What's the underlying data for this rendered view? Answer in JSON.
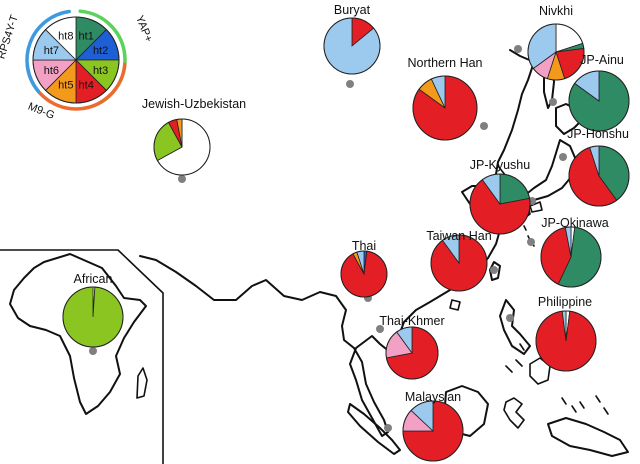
{
  "colors": {
    "ht1": "#2e8b63",
    "ht2": "#1f5fd6",
    "ht3": "#8bc521",
    "ht4": "#e31e24",
    "ht5": "#f39a1c",
    "ht6": "#f2a0c4",
    "ht7": "#9cc9ee",
    "ht8": "#ffffff",
    "ring_rps4y": "#3e9ae0",
    "ring_yap": "#5ad35a",
    "ring_m9g": "#ef6a2e",
    "marker": "#808080"
  },
  "key": {
    "haplotypes": [
      "ht1",
      "ht2",
      "ht3",
      "ht4",
      "ht5",
      "ht6",
      "ht7",
      "ht8"
    ],
    "ring_labels": {
      "rps4y": "RPS4Y-T",
      "yap": "YAP+",
      "m9g": "M9-G"
    }
  },
  "populations": [
    {
      "id": "buryat",
      "label": "Buryat",
      "shares": {
        "ht1": 0,
        "ht2": 0,
        "ht3": 0,
        "ht4": 0.14,
        "ht5": 0,
        "ht6": 0,
        "ht7": 0.86,
        "ht8": 0
      }
    },
    {
      "id": "nivkhi",
      "label": "Nivkhi",
      "shares": {
        "ht1": 0.03,
        "ht2": 0,
        "ht3": 0,
        "ht4": 0.22,
        "ht5": 0.1,
        "ht6": 0.1,
        "ht7": 0.35,
        "ht8": 0.2
      }
    },
    {
      "id": "northern-han",
      "label": "Northern Han",
      "shares": {
        "ht1": 0,
        "ht2": 0,
        "ht3": 0,
        "ht4": 0.85,
        "ht5": 0.08,
        "ht6": 0,
        "ht7": 0.07,
        "ht8": 0
      }
    },
    {
      "id": "jp-ainu",
      "label": "JP-Ainu",
      "shares": {
        "ht1": 0.85,
        "ht2": 0,
        "ht3": 0,
        "ht4": 0,
        "ht5": 0,
        "ht6": 0,
        "ht7": 0.15,
        "ht8": 0
      }
    },
    {
      "id": "jewish-uzbekistan",
      "label": "Jewish-Uzbekistan",
      "shares": {
        "ht1": 0,
        "ht2": 0,
        "ht3": 0.25,
        "ht4": 0.05,
        "ht5": 0.03,
        "ht6": 0,
        "ht7": 0,
        "ht8": 0.67
      }
    },
    {
      "id": "jp-honshu",
      "label": "JP-Honshu",
      "shares": {
        "ht1": 0.4,
        "ht2": 0,
        "ht3": 0,
        "ht4": 0.55,
        "ht5": 0,
        "ht6": 0,
        "ht7": 0.05,
        "ht8": 0
      }
    },
    {
      "id": "jp-kyushu",
      "label": "JP-Kyushu",
      "shares": {
        "ht1": 0.22,
        "ht2": 0,
        "ht3": 0,
        "ht4": 0.68,
        "ht5": 0,
        "ht6": 0,
        "ht7": 0.1,
        "ht8": 0
      }
    },
    {
      "id": "jp-okinawa",
      "label": "JP-Okinawa",
      "shares": {
        "ht1": 0.55,
        "ht2": 0,
        "ht3": 0,
        "ht4": 0.4,
        "ht5": 0,
        "ht6": 0,
        "ht7": 0.03,
        "ht8": 0.02
      }
    },
    {
      "id": "thai",
      "label": "Thai",
      "shares": {
        "ht1": 0,
        "ht2": 0.02,
        "ht3": 0,
        "ht4": 0.9,
        "ht5": 0.03,
        "ht6": 0,
        "ht7": 0.05,
        "ht8": 0
      }
    },
    {
      "id": "taiwan-han",
      "label": "Taiwan Han",
      "shares": {
        "ht1": 0,
        "ht2": 0,
        "ht3": 0,
        "ht4": 0.9,
        "ht5": 0,
        "ht6": 0,
        "ht7": 0.1,
        "ht8": 0
      }
    },
    {
      "id": "african",
      "label": "African",
      "shares": {
        "ht1": 0,
        "ht2": 0,
        "ht3": 0.99,
        "ht4": 0,
        "ht5": 0,
        "ht6": 0,
        "ht7": 0,
        "ht8": 0.01
      }
    },
    {
      "id": "thai-khmer",
      "label": "Thai-Khmer",
      "shares": {
        "ht1": 0,
        "ht2": 0,
        "ht3": 0,
        "ht4": 0.72,
        "ht5": 0,
        "ht6": 0.18,
        "ht7": 0.1,
        "ht8": 0
      }
    },
    {
      "id": "philippine",
      "label": "Philippine",
      "shares": {
        "ht1": 0,
        "ht2": 0,
        "ht3": 0,
        "ht4": 0.96,
        "ht5": 0,
        "ht6": 0,
        "ht7": 0.02,
        "ht8": 0.02
      }
    },
    {
      "id": "malaysian",
      "label": "Malaysian",
      "shares": {
        "ht1": 0,
        "ht2": 0,
        "ht3": 0,
        "ht4": 0.75,
        "ht5": 0,
        "ht6": 0.12,
        "ht7": 0.13,
        "ht8": 0
      }
    }
  ]
}
